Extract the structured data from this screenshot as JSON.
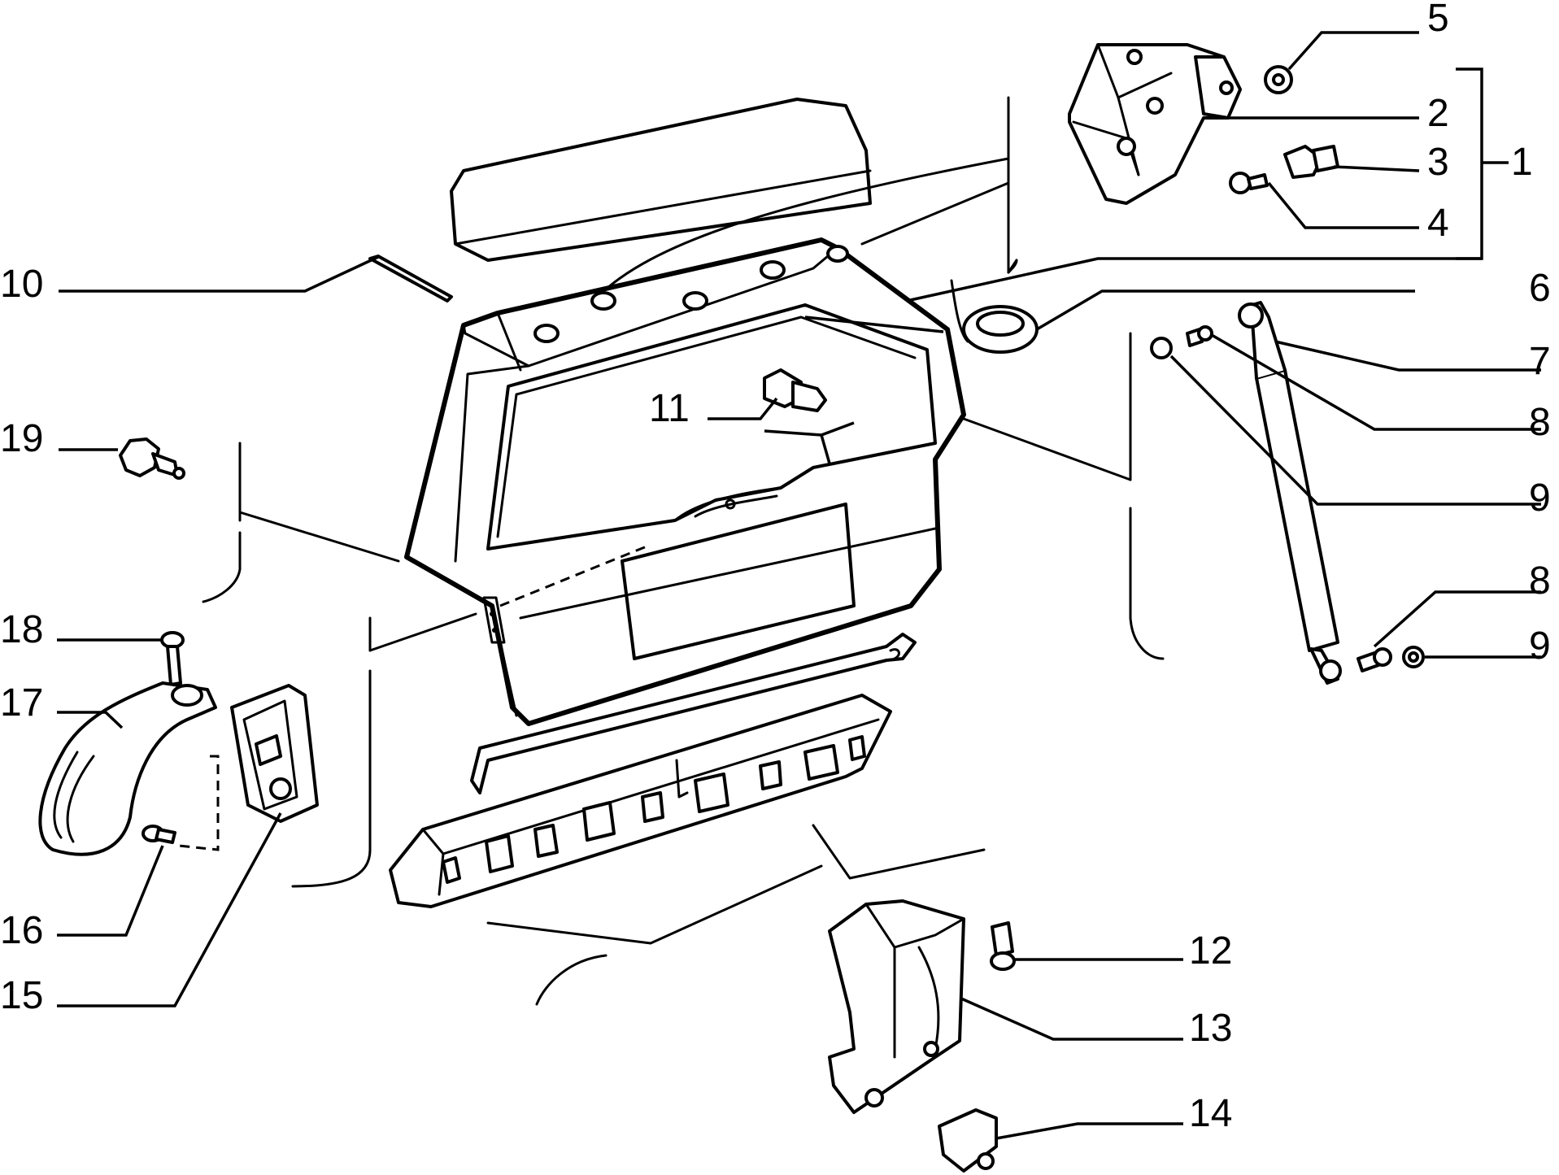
{
  "callouts": [
    {
      "id": "c1",
      "text": "1"
    },
    {
      "id": "c2",
      "text": "2"
    },
    {
      "id": "c3",
      "text": "3"
    },
    {
      "id": "c4",
      "text": "4"
    },
    {
      "id": "c5",
      "text": "5"
    },
    {
      "id": "c6",
      "text": "6"
    },
    {
      "id": "c7",
      "text": "7"
    },
    {
      "id": "c8a",
      "text": "8"
    },
    {
      "id": "c9a",
      "text": "9"
    },
    {
      "id": "c8b",
      "text": "8"
    },
    {
      "id": "c9b",
      "text": "9"
    },
    {
      "id": "c10",
      "text": "10"
    },
    {
      "id": "c11",
      "text": "11"
    },
    {
      "id": "c12",
      "text": "12"
    },
    {
      "id": "c13",
      "text": "13"
    },
    {
      "id": "c14",
      "text": "14"
    },
    {
      "id": "c15",
      "text": "15"
    },
    {
      "id": "c16",
      "text": "16"
    },
    {
      "id": "c17",
      "text": "17"
    },
    {
      "id": "c18",
      "text": "18"
    },
    {
      "id": "c19",
      "text": "19"
    }
  ]
}
